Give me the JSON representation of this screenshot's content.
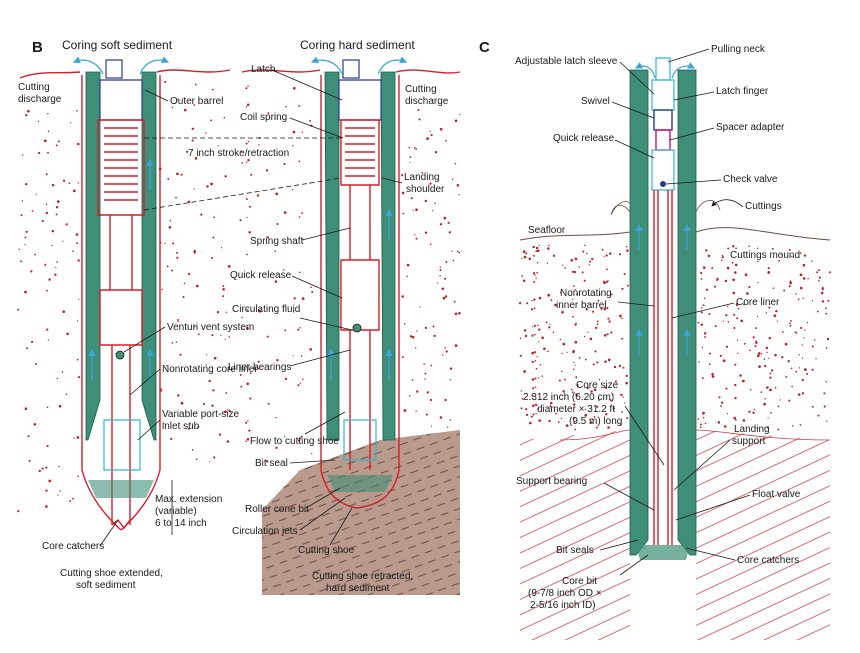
{
  "panels": {
    "b_letter": "B",
    "c_letter": "C",
    "soft_title": "Coring soft sediment",
    "hard_title": "Coring hard sediment"
  },
  "labels": {
    "cutting_discharge_left": [
      "Cutting",
      "discharge"
    ],
    "outer_barrel": "Outer barrel",
    "stroke": "7 inch stroke/retraction",
    "venturi": "Venturi vent system",
    "nonrotating_liner": "Nonrotating core liner",
    "variable_port": [
      "Variable port-size",
      "inlet sub"
    ],
    "max_extension": [
      "Max. extension",
      "(variable)",
      "6 to 14 inch"
    ],
    "core_catchers_b": "Core catchers",
    "caption_soft": [
      "Cutting shoe extended,",
      "soft sediment"
    ],
    "latch": "Latch",
    "coil_spring": "Coil spring",
    "cutting_discharge_right": [
      "Cutting",
      "discharge"
    ],
    "landing_shoulder": [
      "Landing",
      "shoulder"
    ],
    "spring_shaft": "Spring shaft",
    "quick_release_b": "Quick release",
    "circulating_fluid": "Circulating fluid",
    "liner_bearings": "Liner bearings",
    "flow_to_shoe": "Flow to cutting shoe",
    "bit_seal": "Bit seal",
    "roller_cone": "Roller cone bit",
    "circulation_jets": "Circulation jets",
    "cutting_shoe": "Cutting shoe",
    "caption_hard": [
      "Cutting shoe retracted,",
      "hard sediment"
    ],
    "adjustable_latch": "Adjustable latch sleeve",
    "pulling_neck": "Pulling neck",
    "swivel": "Swivel",
    "latch_finger": "Latch finger",
    "spacer_adapter": "Spacer adapter",
    "quick_release_c": "Quick release",
    "check_valve": "Check valve",
    "cuttings": "Cuttings",
    "seafloor": "Seafloor",
    "cuttings_mound": "Cuttings mound",
    "nonrotating_inner": [
      "Nonrotating",
      "inner barrel"
    ],
    "core_liner": "Core liner",
    "core_size": [
      "Core size",
      "2.312 inch (6.20 cm)",
      "diameter × 31.2 ft",
      "(9.5 m) long"
    ],
    "landing_support": [
      "Landing",
      "support"
    ],
    "support_bearing": "Support bearing",
    "float_valve": "Float valve",
    "bit_seals": "Bit seals",
    "core_catchers_c": "Core catchers",
    "core_bit": [
      "Core bit",
      "(9-7/8 inch OD ×",
      "2-5/16 inch ID)"
    ]
  },
  "colors": {
    "outer_barrel": "#3f8f78",
    "inner_assembly": "#d21f2b",
    "latch_parts": "#2a3b8f",
    "fluid_flow": "#3aa6d8",
    "formation_hard": "#b99a8c",
    "sediment_dots": "#b8232e"
  }
}
